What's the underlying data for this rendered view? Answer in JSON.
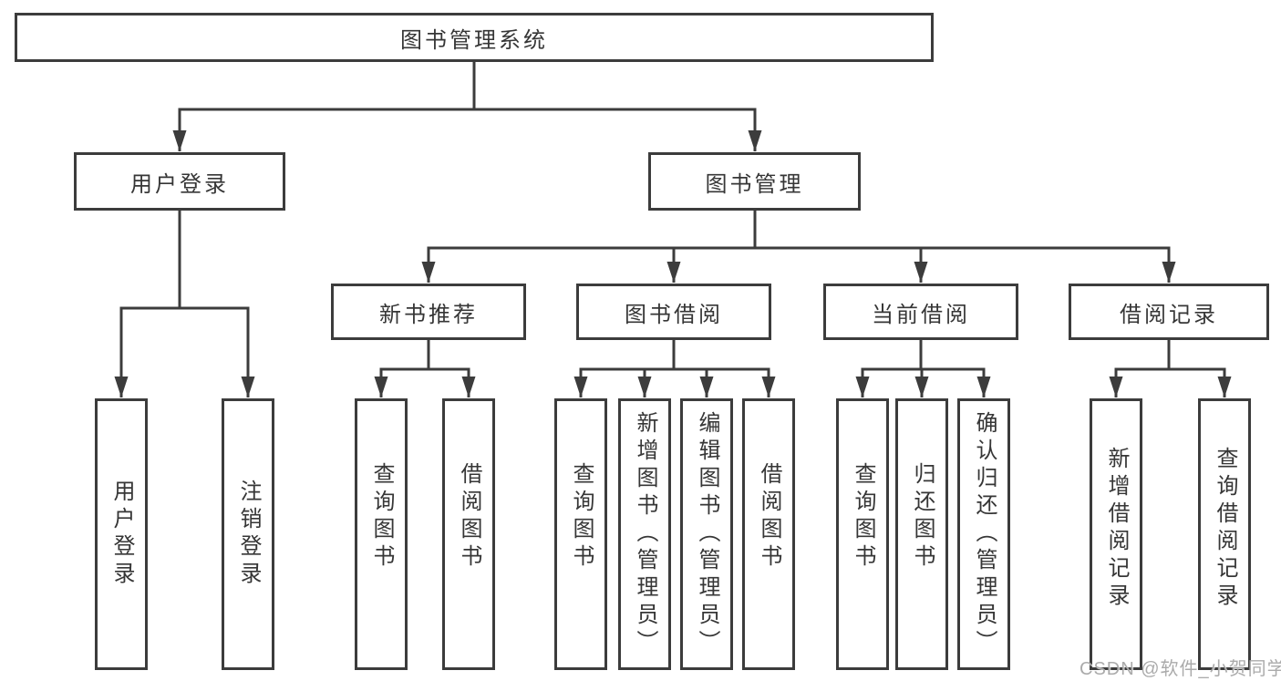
{
  "diagram": {
    "root": {
      "label": "图书管理系统"
    },
    "children": [
      {
        "label": "用户登录",
        "children": [
          {
            "label": "用户登录"
          },
          {
            "label": "注销登录"
          }
        ]
      },
      {
        "label": "图书管理",
        "children": [
          {
            "label": "新书推荐",
            "children": [
              {
                "label": "查询图书"
              },
              {
                "label": "借阅图书"
              }
            ]
          },
          {
            "label": "图书借阅",
            "children": [
              {
                "label": "查询图书"
              },
              {
                "label": "新增图书（管理员）"
              },
              {
                "label": "编辑图书（管理员）"
              },
              {
                "label": "借阅图书"
              }
            ]
          },
          {
            "label": "当前借阅",
            "children": [
              {
                "label": "查询图书"
              },
              {
                "label": "归还图书"
              },
              {
                "label": "确认归还（管理员）"
              }
            ]
          },
          {
            "label": "借阅记录",
            "children": [
              {
                "label": "新增借阅记录"
              },
              {
                "label": "查询借阅记录"
              }
            ]
          }
        ]
      }
    ]
  },
  "watermark": {
    "text": "CSDN @软件_小贺同学"
  },
  "colors": {
    "line": "#3c3c3c",
    "text": "#363636",
    "watermark": "#a6a6a6",
    "background": "#ffffff"
  }
}
